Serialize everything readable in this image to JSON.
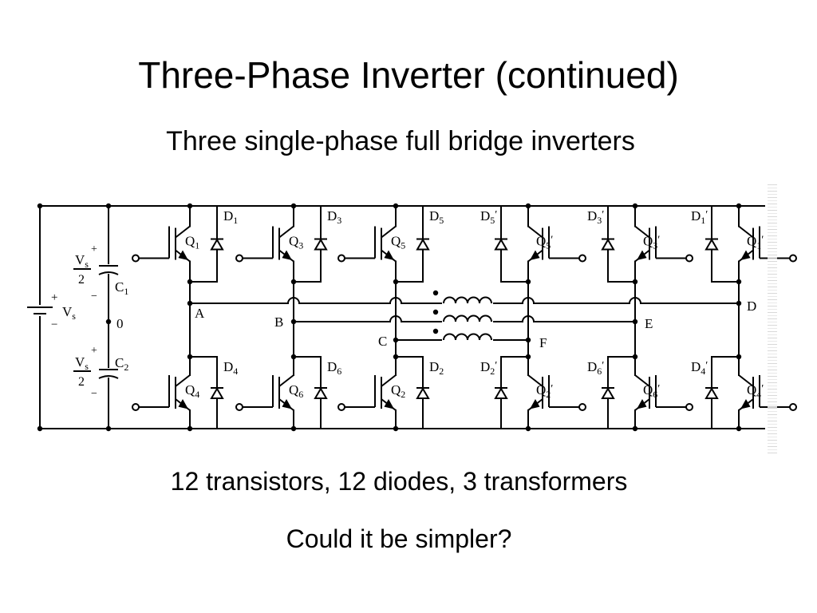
{
  "slide": {
    "title": "Three-Phase Inverter (continued)",
    "subtitle": "Three single-phase full bridge inverters",
    "caption": "12 transistors, 12 diodes, 3 transformers",
    "question": "Could it be simpler?"
  },
  "circuit": {
    "source": {
      "plus": "+",
      "minus": "−",
      "v": "V",
      "v_sub": "s"
    },
    "half_v": {
      "num": "V",
      "num_sub": "s",
      "den": "2"
    },
    "capacitors": {
      "c1": "C",
      "c1_sub": "1",
      "c2": "C",
      "c2_sub": "2",
      "midpoint": "0"
    },
    "nodes": {
      "A": "A",
      "B": "B",
      "C": "C",
      "D": "D",
      "E": "E",
      "F": "F"
    },
    "upper_transistors": [
      {
        "q": "1",
        "d": "1",
        "prime": ""
      },
      {
        "q": "3",
        "d": "3",
        "prime": ""
      },
      {
        "q": "5",
        "d": "5",
        "prime": ""
      },
      {
        "q": "5",
        "d": "5",
        "prime": "′"
      },
      {
        "q": "3",
        "d": "3",
        "prime": "′"
      },
      {
        "q": "1",
        "d": "1",
        "prime": "′"
      }
    ],
    "lower_transistors": [
      {
        "q": "4",
        "d": "4",
        "prime": ""
      },
      {
        "q": "6",
        "d": "6",
        "prime": ""
      },
      {
        "q": "2",
        "d": "2",
        "prime": ""
      },
      {
        "q": "2",
        "d": "2",
        "prime": "′"
      },
      {
        "q": "6",
        "d": "6",
        "prime": "′"
      },
      {
        "q": "4",
        "d": "4",
        "prime": "′"
      }
    ],
    "letters": {
      "Q": "Q",
      "D": "D"
    }
  }
}
